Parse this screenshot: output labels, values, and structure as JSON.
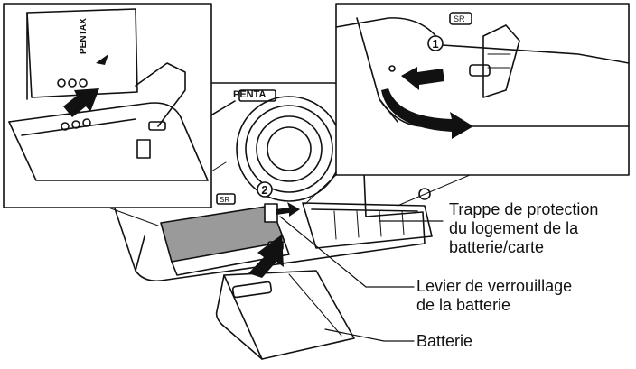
{
  "callouts": {
    "trappe": [
      "Trappe de protection",
      "du logement de la",
      "batterie/carte"
    ],
    "levier": [
      "Levier de verrouillage",
      "de la batterie"
    ],
    "batterie": "Batterie"
  },
  "markers": {
    "step1": "1",
    "step2": "2"
  },
  "device_text": {
    "brand": "PENTAX",
    "brand_short": "PENTA",
    "sr_badge": "SR"
  },
  "colors": {
    "ink": "#111111",
    "gray_fill": "#9a9a9a",
    "light_fill": "#f2f2f2"
  },
  "icons": {
    "insert_arrow": "thick-down-arrow",
    "slide_arrow": "slide-left-arrow",
    "open_arrow": "curved-right-arrow"
  }
}
